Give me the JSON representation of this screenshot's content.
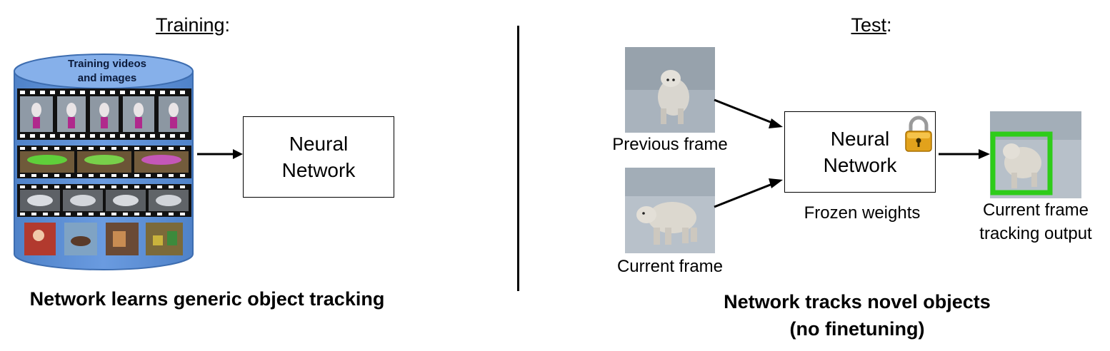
{
  "training": {
    "heading": "Training",
    "heading_suffix": ":",
    "database_label_line1": "Training videos",
    "database_label_line2": "and images",
    "network_line1": "Neural",
    "network_line2": "Network",
    "caption": "Network learns generic object tracking"
  },
  "test": {
    "heading": "Test",
    "heading_suffix": ":",
    "previous_frame": "Previous frame",
    "current_frame": "Current frame",
    "network_line1": "Neural",
    "network_line2": "Network",
    "frozen": "Frozen weights",
    "output_line1": "Current frame",
    "output_line2": "tracking output",
    "caption_line1": "Network tracks novel objects",
    "caption_line2": "(no finetuning)"
  },
  "icons": {
    "lock": "lock-icon"
  },
  "colors": {
    "cylinder": "#5b8fd6",
    "cylinder_top": "#7aa8e8",
    "tracking_box": "#2ecc1a"
  }
}
